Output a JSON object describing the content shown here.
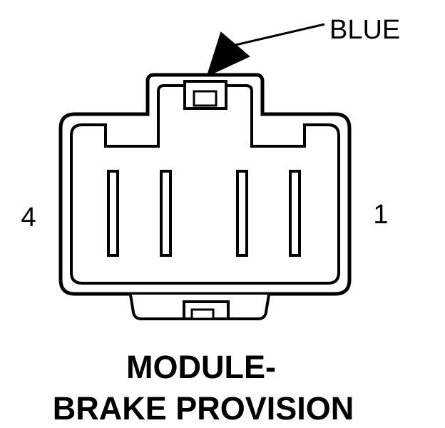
{
  "diagram": {
    "wire_color_label": "BLUE",
    "pin_left_label": "4",
    "pin_right_label": "1",
    "caption_line1": "MODULE-",
    "caption_line2": "BRAKE PROVISION",
    "colors": {
      "line": "#000000",
      "background": "#ffffff"
    }
  }
}
